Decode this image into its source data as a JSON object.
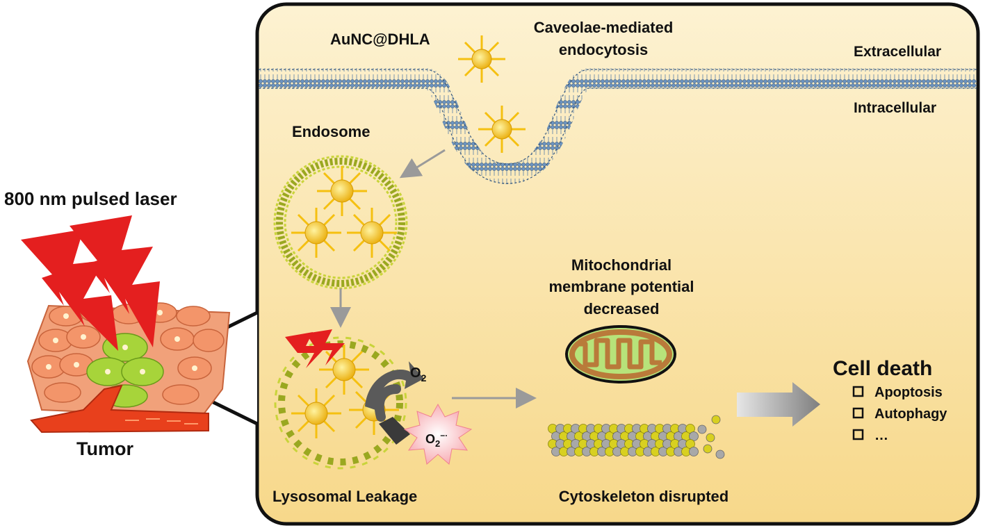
{
  "left": {
    "laser_label": "800 nm pulsed laser",
    "tumor_label": "Tumor"
  },
  "cell": {
    "nanocluster_label": "AuNC@DHLA",
    "uptake_line1": "Caveolae-mediated",
    "uptake_line2": "endocytosis",
    "extracellular_label": "Extracellular",
    "intracellular_label": "Intracellular",
    "endosome_label": "Endosome",
    "o2_label": "O",
    "o2_sub": "2",
    "superoxide_label": "O",
    "superoxide_sub": "2",
    "superoxide_sup": "−·",
    "lysosome_label": "Lysosomal Leakage",
    "mito_line1": "Mitochondrial",
    "mito_line2": "membrane potential",
    "mito_line3": "decreased",
    "cytoskeleton_label": "Cytoskeleton disrupted",
    "outcome_title": "Cell death",
    "outcomes": [
      "Apoptosis",
      "Autophagy",
      "…"
    ]
  },
  "colors": {
    "cell_fill_top": "#fdf2d2",
    "cell_fill_bottom": "#f8d98a",
    "membrane": "#4a78a8",
    "nanocluster": "#f5c010",
    "vesicle": "#c9d43a",
    "laser": "#e41f1f",
    "arrow": "#9a9a9a"
  }
}
